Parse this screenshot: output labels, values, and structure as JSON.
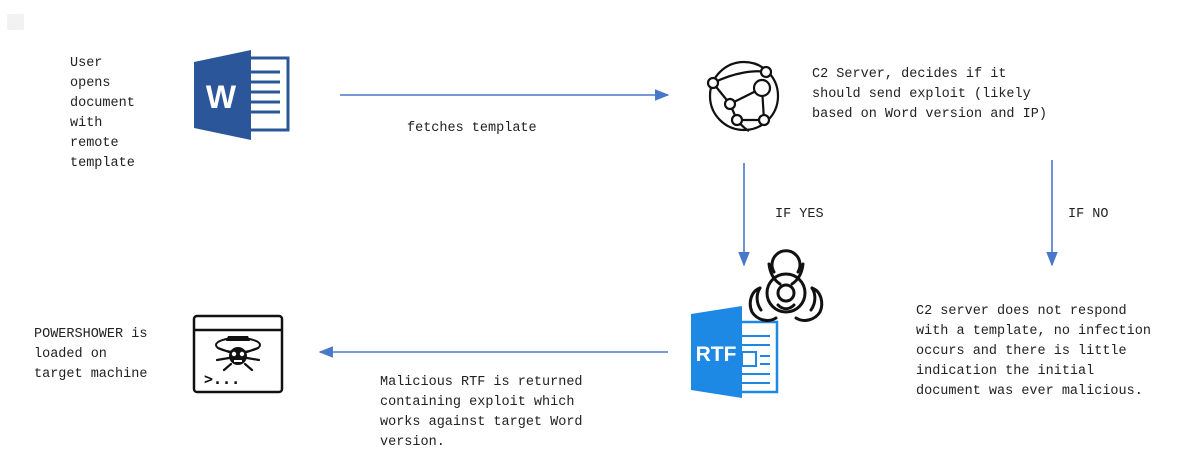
{
  "labels": {
    "user_opens": "User\nopens\ndocument\nwith\nremote\ntemplate",
    "fetches_template": "fetches template",
    "c2_server": "C2 Server, decides if it\nshould send exploit (likely\nbased on Word version and IP)",
    "if_yes": "IF YES",
    "if_no": "IF NO",
    "no_infection": "C2 server does not respond\nwith a template, no infection\noccurs and there is little\nindication the initial\ndocument was ever malicious.",
    "rtf_returned": "Malicious RTF is returned\ncontaining exploit which\nworks against target Word\nversion.",
    "powershower": "POWERSHOWER is\nloaded on\ntarget machine"
  },
  "icons": {
    "word": {
      "name": "word-document-icon",
      "letter": "W",
      "color": "#2b579a"
    },
    "rtf": {
      "name": "rtf-document-icon",
      "letter": "RTF",
      "color": "#1e88e5"
    },
    "server": {
      "name": "network-globe-icon"
    },
    "biohazard": {
      "name": "biohazard-icon"
    },
    "terminal": {
      "name": "terminal-malware-icon",
      "prompt": ">..."
    }
  },
  "colors": {
    "arrow": "#4a78c8",
    "text": "#222222"
  }
}
